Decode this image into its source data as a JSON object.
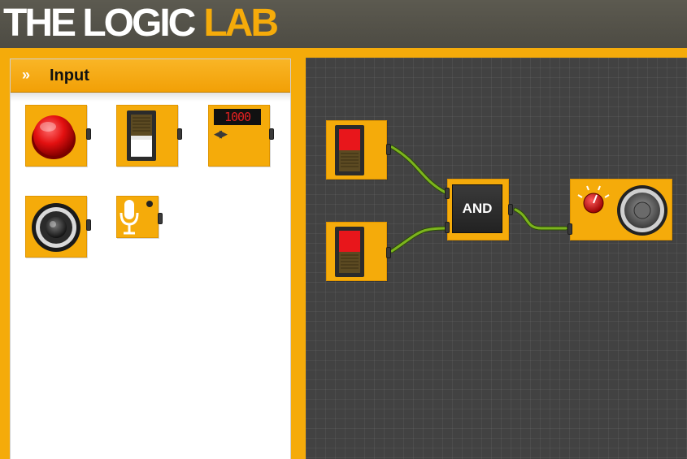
{
  "app": {
    "title_part1": "THE LOGIC",
    "title_part2": "LAB"
  },
  "palette": {
    "header_chevron": "»",
    "header_label": "Input",
    "items": [
      {
        "name": "push-button",
        "icon": "red-button-icon"
      },
      {
        "name": "toggle-switch",
        "icon": "slide-switch-icon"
      },
      {
        "name": "number-input",
        "icon": "lcd-display-icon",
        "display": "1000",
        "arrows": "◀▶"
      },
      {
        "name": "light-sensor",
        "icon": "camera-lens-icon"
      },
      {
        "name": "microphone",
        "icon": "microphone-icon"
      }
    ]
  },
  "circuit": {
    "gate_label": "AND",
    "switch_1": {
      "state": "off"
    },
    "switch_2": {
      "state": "off"
    },
    "speaker": {
      "icon": "speaker-icon",
      "knob": "red-knob-icon"
    }
  },
  "colors": {
    "accent": "#f5ab0a",
    "header_bg": "#55534a",
    "canvas_bg": "#424242",
    "wire": "#7cb41e",
    "switch_red": "#e8161b"
  }
}
